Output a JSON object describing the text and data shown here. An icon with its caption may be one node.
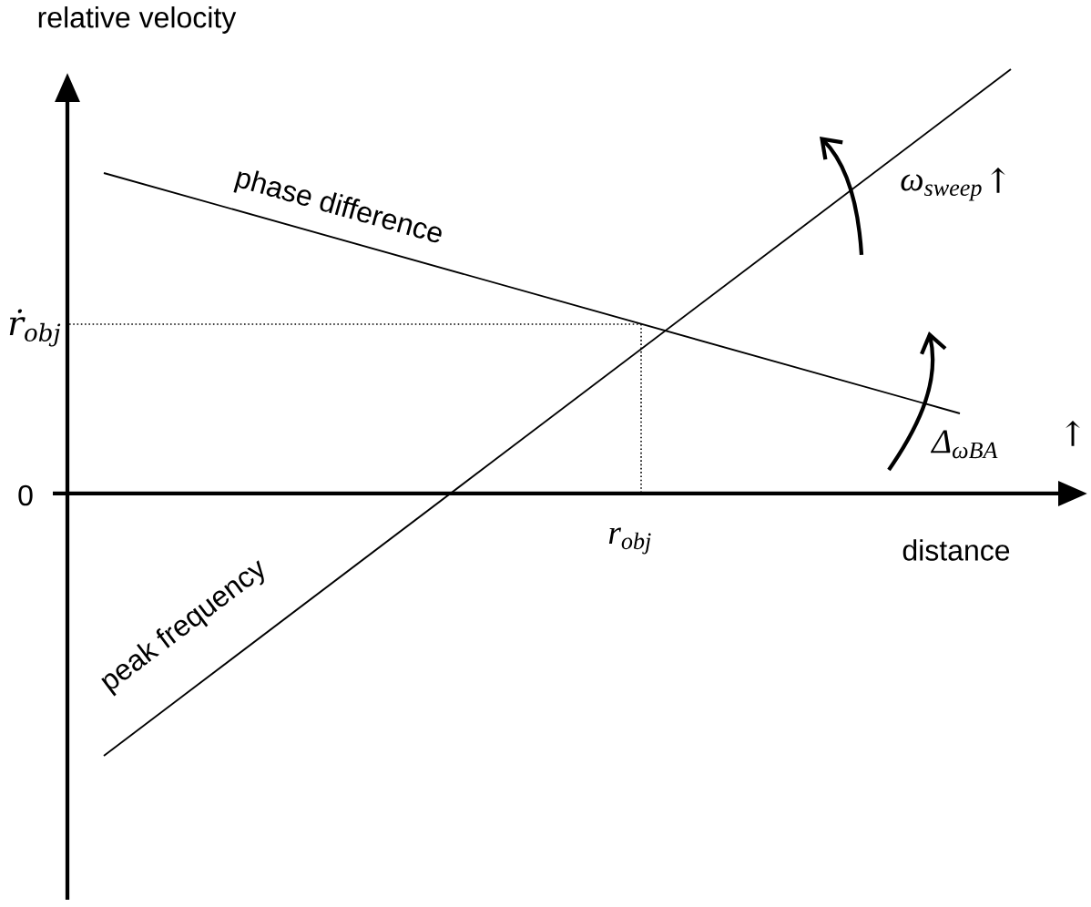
{
  "diagram": {
    "labels": [
      "relative velocity",
      "phase difference",
      "ω$_{sweep}$",
      "↑",
      "ṙ$_{obj}$",
      "Δ$_{ωBA}$",
      "↑",
      "0",
      "r$_{obj}$",
      "distance",
      "peak frequency"
    ]
  }
}
